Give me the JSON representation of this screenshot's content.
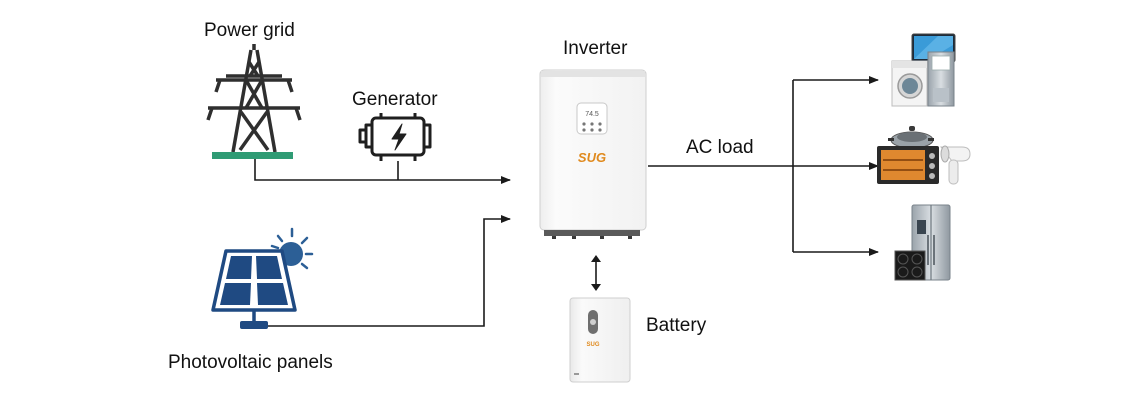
{
  "labels": {
    "power_grid": "Power grid",
    "generator": "Generator",
    "inverter": "Inverter",
    "ac_load": "AC load",
    "battery": "Battery",
    "pv": "Photovoltaic panels"
  },
  "inverter": {
    "brand": "SUG",
    "display": "74.5"
  },
  "battery": {
    "brand": "SUG"
  },
  "icons": {
    "power_grid": "power-tower-icon",
    "generator": "generator-icon",
    "pv": "solar-panel-icon",
    "load_1": "tv-washer-water-cooler-icon",
    "load_2": "wok-oven-hairdryer-icon",
    "load_3": "fridge-induction-cooktop-icon"
  },
  "colors": {
    "grid_icon": "#2f2f2f",
    "grid_base": "#2f9b74",
    "solar_panel": "#1f4a82",
    "sun": "#2c5f96",
    "brand": "#e08a1e",
    "line": "#1a1a1a"
  }
}
